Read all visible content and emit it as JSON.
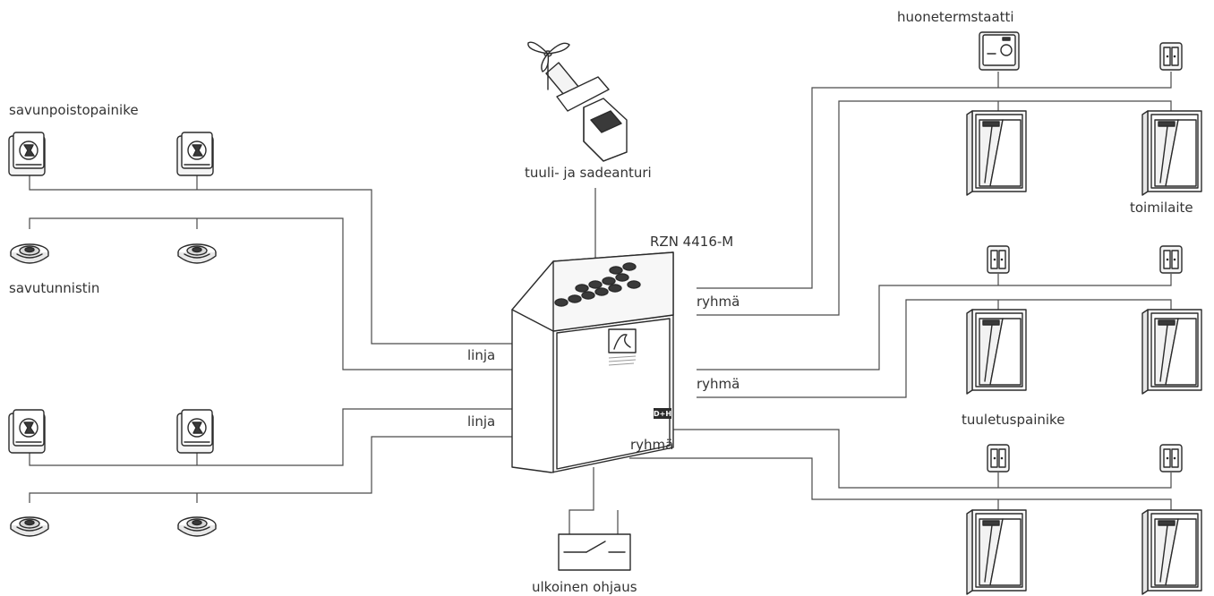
{
  "labels": {
    "smoke_button": "savunpoistopainike",
    "smoke_detector": "savutunnistin",
    "weather_sensor": "tuuli- ja sadeanturi",
    "controller": "RZN 4416-M",
    "thermostat": "huonetermstaatti",
    "actuator": "toimilaite",
    "vent_button": "tuuletuspainike",
    "external_control": "ulkoinen ohjaus",
    "line_1": "linja",
    "line_2": "linja",
    "group_1": "ryhmä",
    "group_2": "ryhmä",
    "group_3": "ryhmä",
    "brand": "D+H"
  },
  "colors": {
    "line": "#4a4a4a",
    "device_stroke": "#2b2b2b",
    "device_fill": "#f4f4f4",
    "dark_fill": "#3a3a3a",
    "text": "#333333"
  }
}
